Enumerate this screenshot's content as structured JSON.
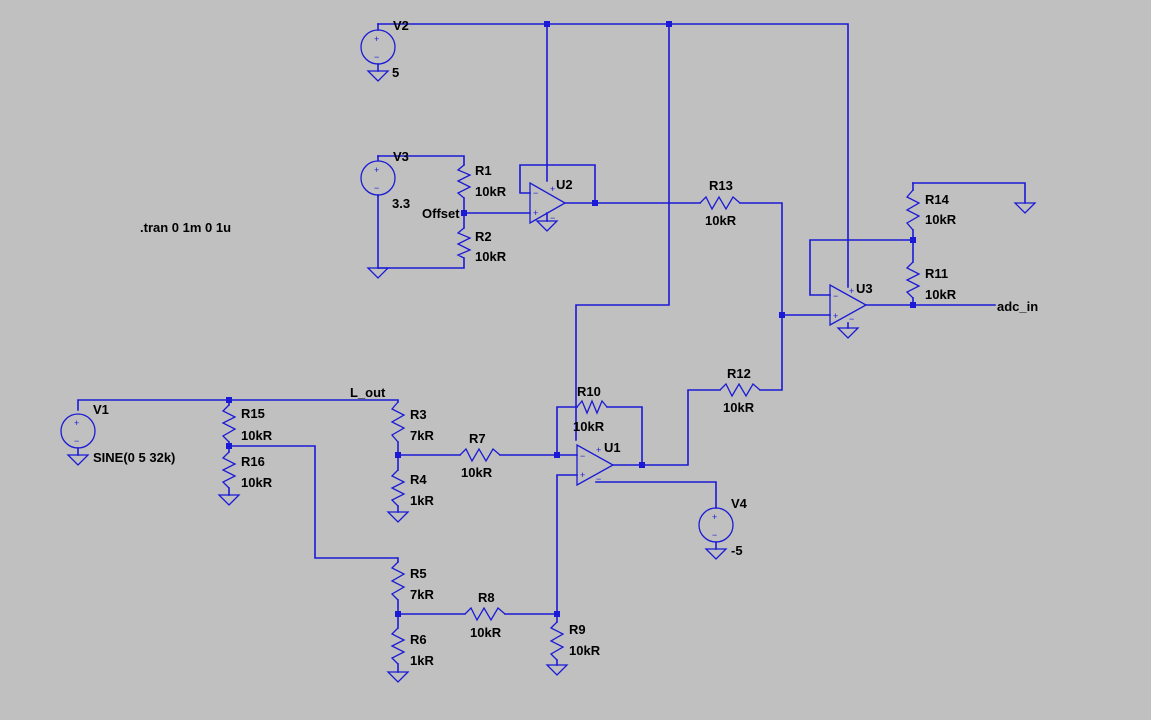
{
  "colors": {
    "background": "#c0c0c0",
    "wire": "#1a1ad6",
    "text": "#000000"
  },
  "directive": ".tran 0 1m 0 1u",
  "net_labels": {
    "offset": "Offset",
    "l_out": "L_out",
    "adc_in": "adc_in"
  },
  "sources": {
    "v1": {
      "name": "V1",
      "value": "SINE(0 5 32k)"
    },
    "v2": {
      "name": "V2",
      "value": "5"
    },
    "v3": {
      "name": "V3",
      "value": "3.3"
    },
    "v4": {
      "name": "V4",
      "value": "-5"
    }
  },
  "opamps": {
    "u1": "U1",
    "u2": "U2",
    "u3": "U3"
  },
  "resistors": {
    "r1": {
      "name": "R1",
      "value": "10kR"
    },
    "r2": {
      "name": "R2",
      "value": "10kR"
    },
    "r3": {
      "name": "R3",
      "value": "7kR"
    },
    "r4": {
      "name": "R4",
      "value": "1kR"
    },
    "r5": {
      "name": "R5",
      "value": "7kR"
    },
    "r6": {
      "name": "R6",
      "value": "1kR"
    },
    "r7": {
      "name": "R7",
      "value": "10kR"
    },
    "r8": {
      "name": "R8",
      "value": "10kR"
    },
    "r9": {
      "name": "R9",
      "value": "10kR"
    },
    "r10": {
      "name": "R10",
      "value": "10kR"
    },
    "r11": {
      "name": "R11",
      "value": "10kR"
    },
    "r12": {
      "name": "R12",
      "value": "10kR"
    },
    "r13": {
      "name": "R13",
      "value": "10kR"
    },
    "r14": {
      "name": "R14",
      "value": "10kR"
    },
    "r15": {
      "name": "R15",
      "value": "10kR"
    },
    "r16": {
      "name": "R16",
      "value": "10kR"
    }
  }
}
